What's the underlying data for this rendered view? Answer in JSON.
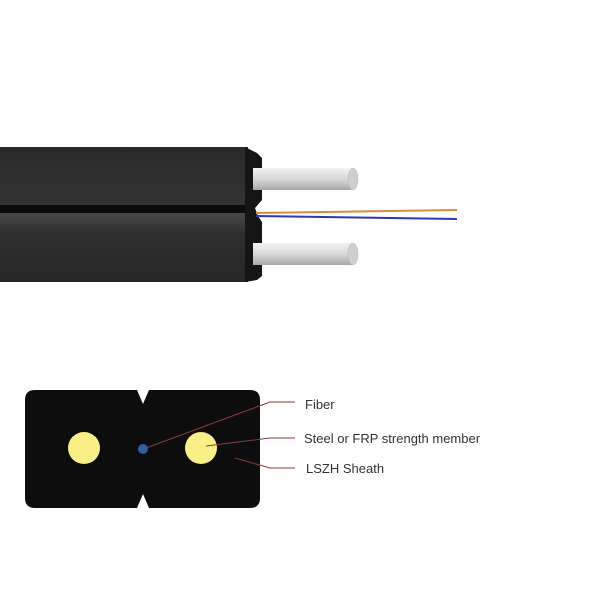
{
  "labels": {
    "fiber": "Fiber",
    "strength_member": "Steel or FRP strength member",
    "sheath": "LSZH Sheath"
  },
  "colors": {
    "sheath": "#0d0d0d",
    "strength_member": "#f8ef86",
    "fiber_core": "#2e5fa6",
    "leader_line": "#8a3b3b",
    "fiber_orange": "#d98c3a",
    "fiber_blue": "#3535b8"
  }
}
